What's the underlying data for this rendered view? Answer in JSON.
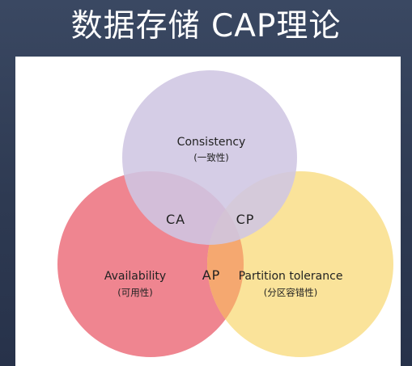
{
  "title": "数据存储 CAP理论",
  "venn": {
    "consistency": {
      "label": "Consistency",
      "sublabel": "(一致性)",
      "color": "#cfc6e2"
    },
    "availability": {
      "label": "Availability",
      "sublabel": "(可用性)",
      "color": "#ef8590"
    },
    "partition": {
      "label": "Partition tolerance",
      "sublabel": "(分区容错性)",
      "color": "#fae39a"
    },
    "overlap_ap_color": "#f5a870",
    "regions": {
      "ca": "CA",
      "cp": "CP",
      "ap": "AP"
    }
  }
}
